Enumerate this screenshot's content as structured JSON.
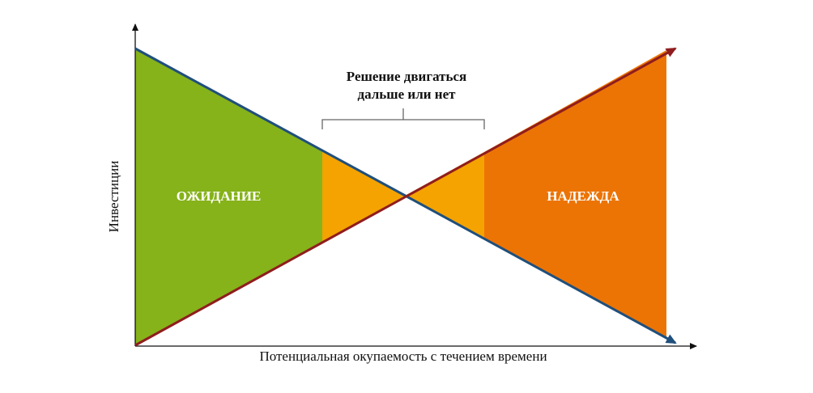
{
  "diagram": {
    "y_axis_label": "Инвестиции",
    "x_axis_label": "Потенциальная окупаемость с течением времени",
    "decision_label_line1": "Решение двигаться",
    "decision_label_line2": "дальше или нет",
    "left_region_label": "ОЖИДАНИЕ",
    "right_region_label": "НАДЕЖДА"
  },
  "colors": {
    "green": "#86b21a",
    "yellow": "#f4a300",
    "orange": "#ec7405",
    "blue_line": "#1f4f7c",
    "red_line": "#8f1d1e",
    "axis": "#111111",
    "text_white": "#ffffff",
    "text_dark": "#111111",
    "bracket": "#666666"
  }
}
